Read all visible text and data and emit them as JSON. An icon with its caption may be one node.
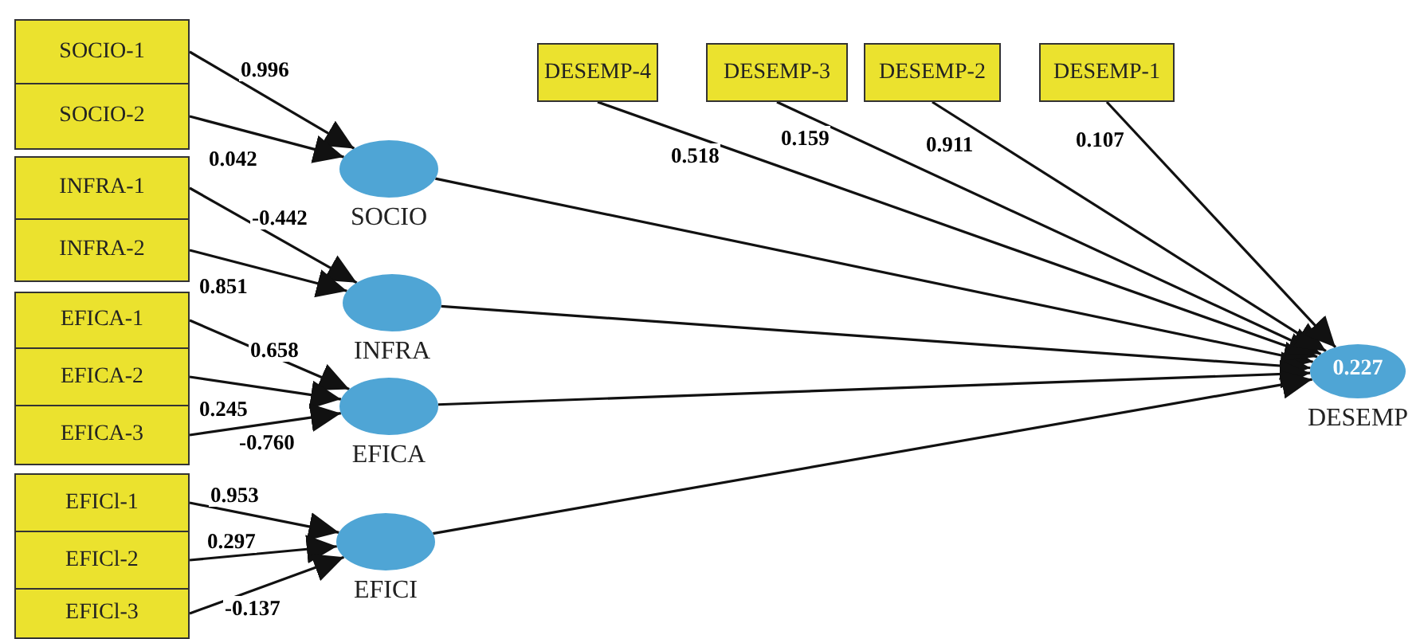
{
  "diagram": {
    "nodes": [
      {
        "text": [
          "SOCIO-1"
        ]
      },
      {
        "text": [
          "SOCIO-2"
        ]
      },
      {
        "text": [
          "INFRA-1"
        ]
      },
      {
        "text": [
          "INFRA-2"
        ]
      },
      {
        "text": [
          "EFICA-1"
        ]
      },
      {
        "text": [
          "EFICA-2"
        ]
      },
      {
        "text": [
          "EFICA-3"
        ]
      },
      {
        "text": [
          "EFICl-1"
        ]
      },
      {
        "text": [
          "EFICl-2"
        ]
      },
      {
        "text": [
          "EFICl-3"
        ]
      },
      {
        "text": [
          "SOCIO"
        ]
      },
      {
        "text": [
          "INFRA"
        ]
      },
      {
        "text": [
          "EFICA"
        ]
      },
      {
        "text": [
          "EFICI"
        ]
      },
      {
        "text": [
          "DESEMP-4"
        ]
      },
      {
        "text": [
          "DESEMP-3"
        ]
      },
      {
        "text": [
          "DESEMP-2"
        ]
      },
      {
        "text": [
          "DESEMP-1"
        ]
      },
      {
        "text": [
          "0.227",
          "DESEMP"
        ]
      }
    ],
    "edges": [
      {
        "from": 0,
        "to": 10,
        "arrow": "to",
        "label": "0.996"
      },
      {
        "from": 1,
        "to": 10,
        "arrow": "to",
        "label": "0.042"
      },
      {
        "from": 2,
        "to": 11,
        "arrow": "to",
        "label": "-0.442"
      },
      {
        "from": 3,
        "to": 11,
        "arrow": "to",
        "label": "0.851"
      },
      {
        "from": 4,
        "to": 12,
        "arrow": "to",
        "label": "0.658"
      },
      {
        "from": 5,
        "to": 12,
        "arrow": "to",
        "label": "0.245"
      },
      {
        "from": 6,
        "to": 12,
        "arrow": "to",
        "label": "-0.760"
      },
      {
        "from": 7,
        "to": 13,
        "arrow": "to",
        "label": "0.953"
      },
      {
        "from": 8,
        "to": 13,
        "arrow": "to",
        "label": "0.297"
      },
      {
        "from": 9,
        "to": 13,
        "arrow": "to",
        "label": "-0.137"
      },
      {
        "from": 10,
        "to": 18,
        "arrow": "to"
      },
      {
        "from": 11,
        "to": 18,
        "arrow": "to"
      },
      {
        "from": 12,
        "to": 18,
        "arrow": "to"
      },
      {
        "from": 13,
        "to": 18,
        "arrow": "to"
      },
      {
        "from": 14,
        "to": 18,
        "arrow": "to",
        "label": "0.518"
      },
      {
        "from": 15,
        "to": 18,
        "arrow": "to",
        "label": "0.159"
      },
      {
        "from": 16,
        "to": 18,
        "arrow": "to",
        "label": "0.911"
      },
      {
        "from": 17,
        "to": 18,
        "arrow": "to",
        "label": "0.107"
      }
    ]
  }
}
